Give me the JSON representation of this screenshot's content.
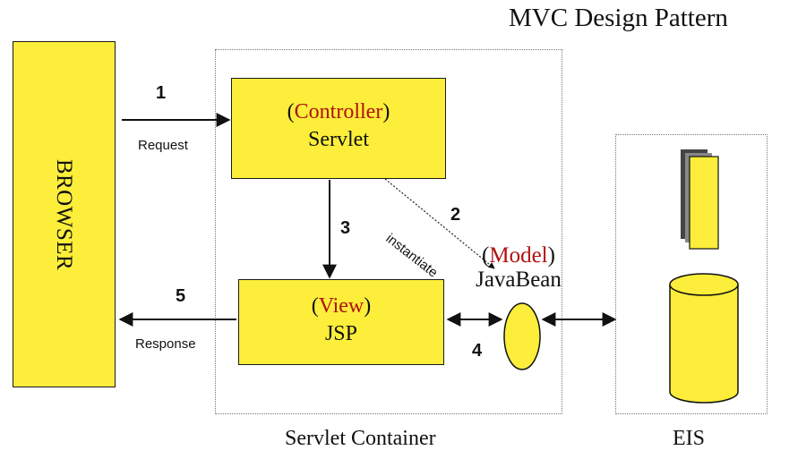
{
  "title": "MVC Design Pattern",
  "browser": {
    "label": "BROWSER"
  },
  "controller": {
    "role": "Controller",
    "name": "Servlet"
  },
  "view": {
    "role": "View",
    "name": "JSP"
  },
  "model": {
    "role": "Model",
    "name": "JavaBean"
  },
  "arrows": {
    "step1": {
      "number": "1",
      "label": "Request"
    },
    "step2": {
      "number": "2",
      "label": "instantiate"
    },
    "step3": {
      "number": "3"
    },
    "step4": {
      "number": "4"
    },
    "step5": {
      "number": "5",
      "label": "Response"
    }
  },
  "containers": {
    "servlet": "Servlet Container",
    "eis": "EIS"
  },
  "colors": {
    "box_fill": "#fcee3a",
    "role_text": "#b01212"
  }
}
